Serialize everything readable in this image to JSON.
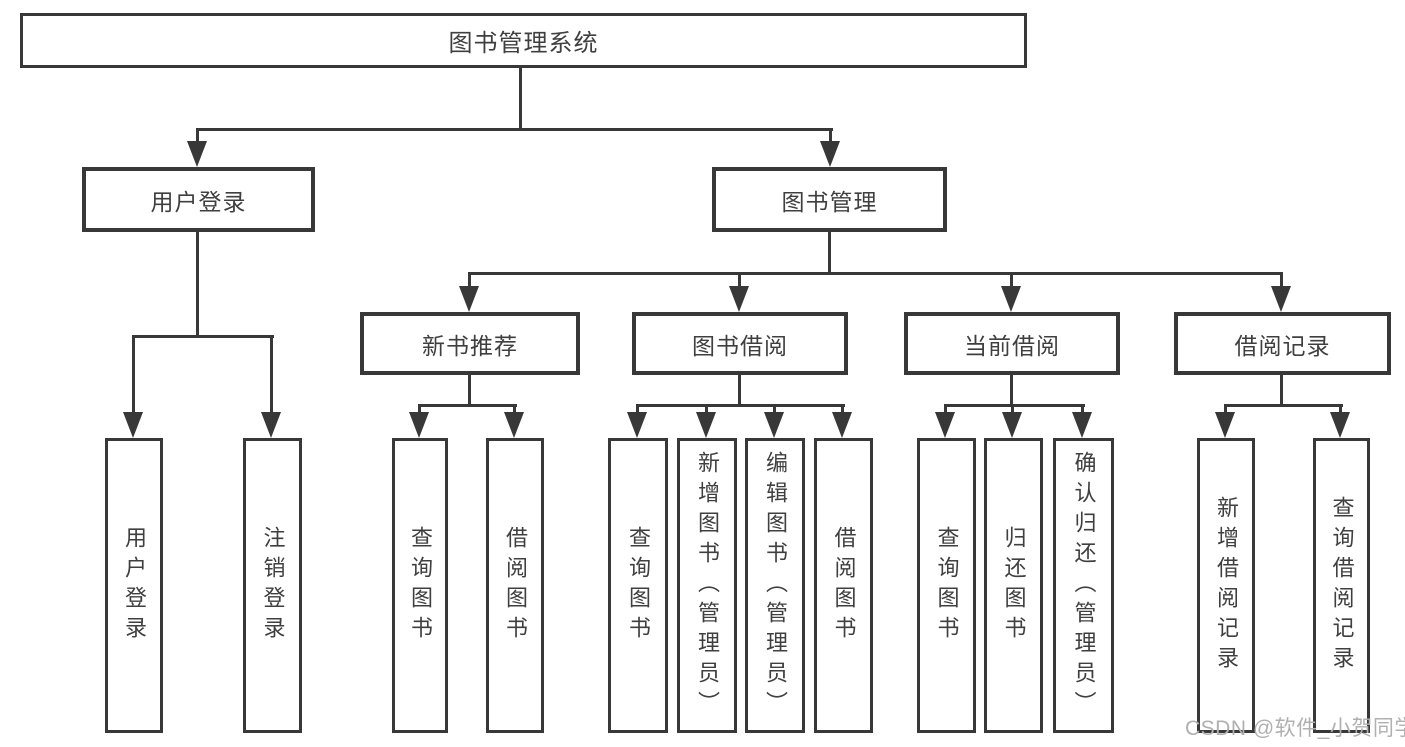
{
  "tree": {
    "root": "图书管理系统",
    "user_branch": {
      "label": "用户登录",
      "children": [
        "用户登录",
        "注销登录"
      ]
    },
    "book_branch": {
      "label": "图书管理",
      "groups": [
        {
          "label": "新书推荐",
          "children": [
            "查询图书",
            "借阅图书"
          ]
        },
        {
          "label": "图书借阅",
          "children": [
            "查询图书",
            "新增图书（管理员）",
            "编辑图书（管理员）",
            "借阅图书"
          ]
        },
        {
          "label": "当前借阅",
          "children": [
            "查询图书",
            "归还图书",
            "确认归还（管理员）"
          ]
        },
        {
          "label": "借阅记录",
          "children": [
            "新增借阅记录",
            "查询借阅记录"
          ]
        }
      ]
    }
  },
  "watermark": "CSDN @软件_小贺同学",
  "colors": {
    "line": "#383838",
    "text": "#3f3f3f",
    "watermark": "#b0b0b0",
    "background": "#ffffff"
  }
}
